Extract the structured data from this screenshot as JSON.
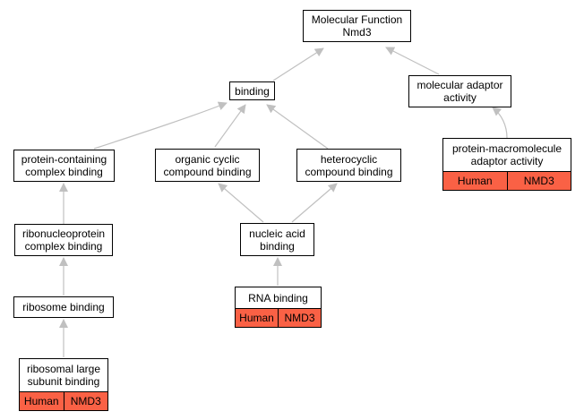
{
  "graph": {
    "root": {
      "label": "Molecular Function\nNmd3"
    },
    "binding": {
      "label": "binding"
    },
    "molecular_adaptor": {
      "label": "molecular adaptor\nactivity"
    },
    "protein_containing": {
      "label": "protein-containing\ncomplex binding"
    },
    "organic_cyclic": {
      "label": "organic cyclic\ncompound binding"
    },
    "heterocyclic": {
      "label": "heterocyclic\ncompound binding"
    },
    "protein_macromolecule": {
      "label": "protein-macromolecule\nadaptor activity",
      "species": "Human",
      "gene": "NMD3"
    },
    "ribonucleoprotein": {
      "label": "ribonucleoprotein\ncomplex binding"
    },
    "nucleic_acid": {
      "label": "nucleic acid\nbinding"
    },
    "ribosome": {
      "label": "ribosome binding"
    },
    "rna": {
      "label": "RNA binding",
      "species": "Human",
      "gene": "NMD3"
    },
    "ribosomal_large": {
      "label": "ribosomal large\nsubunit binding",
      "species": "Human",
      "gene": "NMD3"
    }
  },
  "colors": {
    "annotation_fill": "#fa6145",
    "edge": "#c0c0c0",
    "border": "#000000"
  }
}
